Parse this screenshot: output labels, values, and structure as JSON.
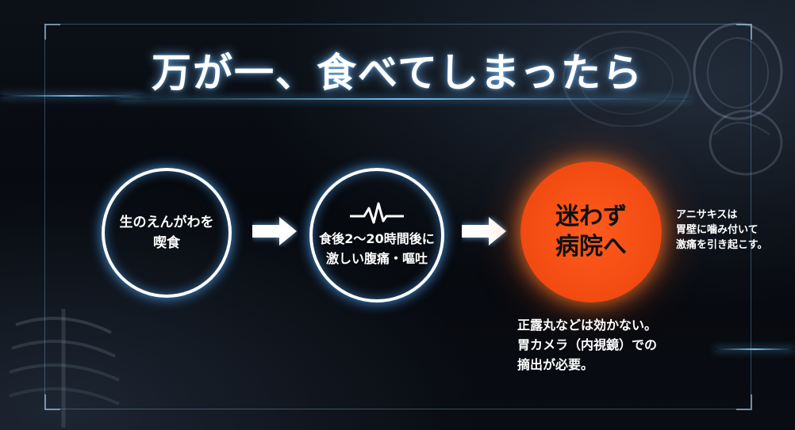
{
  "title": "万が一、食べてしまったら",
  "steps": [
    {
      "text": "生のえんがわを\n喫食"
    },
    {
      "text": "食後2～20時間後に\n激しい腹痛・嘔吐"
    }
  ],
  "final_step": {
    "text": "迷わず\n病院へ"
  },
  "side_note": "アニサキスは\n胃壁に噛み付いて\n激痛を引き起こす。",
  "bottom_note": "正露丸などは効かない。\n胃カメラ（内視鏡）での\n摘出が必要。",
  "colors": {
    "background": "#080b10",
    "glow": "#50aaff",
    "accent": "#f24c12",
    "text": "#ffffff"
  },
  "icons": {
    "arrow": "right-arrow-icon",
    "pulse": "heartbeat-icon"
  }
}
